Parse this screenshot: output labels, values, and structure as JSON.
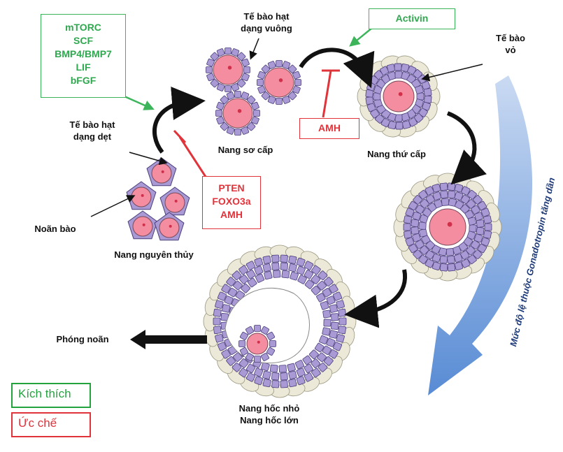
{
  "labels": {
    "granulosa_cuboidal": [
      "Tế bào hạt",
      "dạng vuông"
    ],
    "theca": [
      "Tế bào",
      "vỏ"
    ],
    "granulosa_flat": [
      "Tế bào hạt",
      "dạng dẹt"
    ],
    "primary": "Nang sơ cấp",
    "secondary": "Nang thứ cấp",
    "oocyte": "Noãn bào",
    "primordial": "Nang nguyên thủy",
    "ovulation": "Phóng noãn",
    "antral": [
      "Nang hốc nhỏ",
      "Nang hốc lớn"
    ],
    "gonadotropin": "Mức độ lệ thuộc Gonadotropin tăng dần"
  },
  "stimulators": [
    "mTORC",
    "SCF",
    "BMP4/BMP7",
    "LIF",
    "bFGF"
  ],
  "activin": "Activin",
  "amh_top": "AMH",
  "inhibitors": [
    "PTEN",
    "FOXO3a",
    "AMH"
  ],
  "legend": {
    "stimulate": "Kích thích",
    "inhibit": "Ức chế"
  },
  "colors": {
    "stimulate": "#23a33e",
    "inhibit": "#e0333a",
    "oocyte": "#f48da0",
    "granulosa": "#a99ad6",
    "theca": "#ece9d8",
    "gonadotropin_arrow": "#5b8fd6"
  },
  "icons": [
    "black-curved-arrow",
    "inhibition-bar",
    "blue-gradient-arrow"
  ]
}
